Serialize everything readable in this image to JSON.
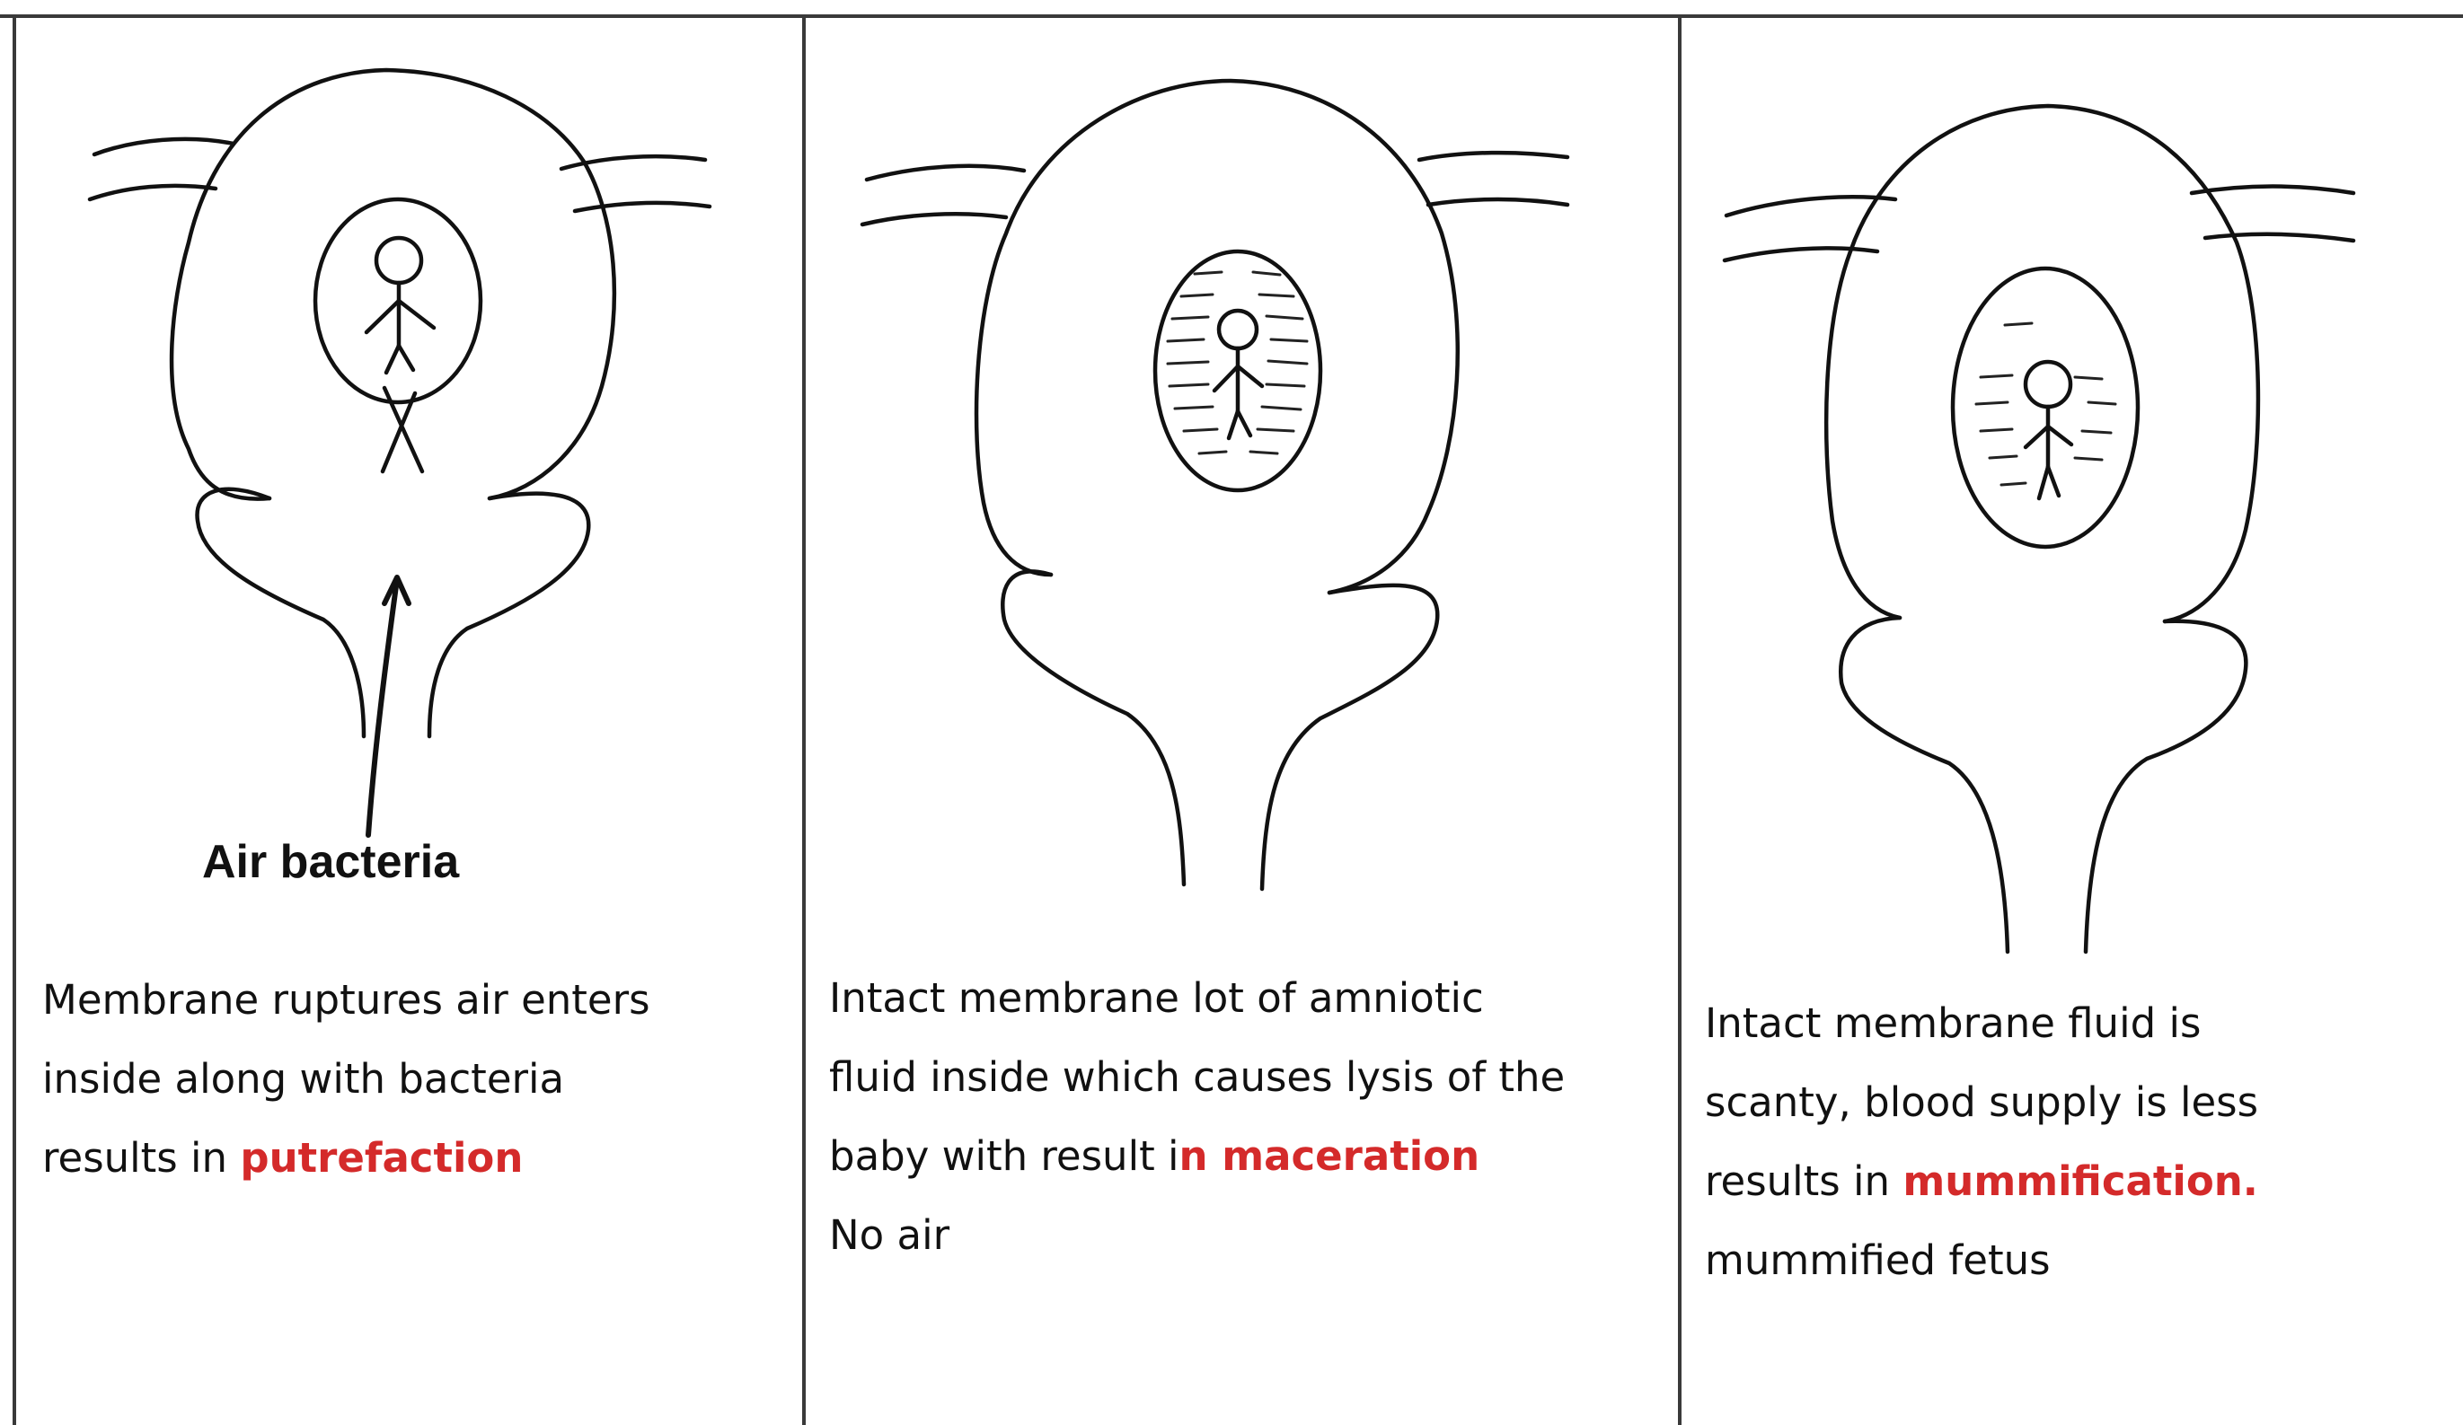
{
  "panels": [
    {
      "arrow_label": "Air bacteria",
      "lines": [
        "Membrane ruptures air enters",
        "inside  along with bacteria",
        "results in "
      ],
      "highlight": "putrefaction"
    },
    {
      "lines": [
        "Intact membrane lot of amniotic",
        "fluid inside which causes lysis of the",
        "baby with result i"
      ],
      "highlight": "n maceration",
      "extra": "No air"
    },
    {
      "lines": [
        "Intact membrane fluid is",
        "scanty, blood supply is less",
        "results in "
      ],
      "highlight": "mummification.",
      "extra": "mummified fetus"
    }
  ],
  "colors": {
    "ink": "#111111",
    "highlight": "#d42a2a",
    "frame": "#3a3a3a",
    "background": "#ffffff"
  }
}
